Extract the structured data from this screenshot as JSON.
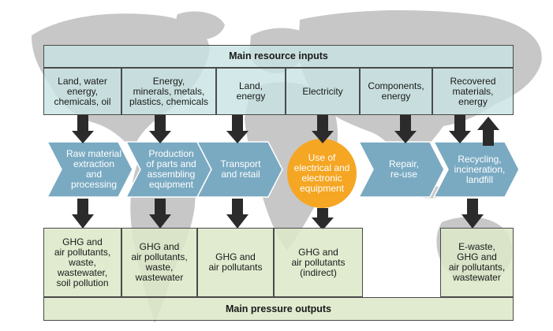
{
  "top_band": {
    "title": "Main resource inputs"
  },
  "bottom_band": {
    "title": "Main pressure outputs"
  },
  "inputs": [
    "Land, water\nenergy,\nchemicals, oil",
    "Energy,\nminerals, metals,\nplastics, chemicals",
    "Land,\nenergy",
    "Electricity",
    "Components,\nenergy",
    "Recovered\nmaterials,\nenergy"
  ],
  "stages": [
    "Raw material\nextraction\nand\nprocessing",
    "Production\nof parts and\nassembling\nequipment",
    "Transport\nand retail",
    "Use of\nelectrical and\nelectronic\nequipment",
    "Repair,\nre-use",
    "Recycling,\nincineration,\nlandfill"
  ],
  "outputs": [
    "GHG and\nair pollutants,\nwaste,\nwastewater,\nsoil pollution",
    "GHG and\nair pollutants,\nwaste,\nwastewater",
    "GHG and\nair pollutants",
    "GHG and\nair pollutants\n(indirect)",
    "E-waste,\nGHG and\nair pollutants,\nwastewater"
  ],
  "colors": {
    "chevron": "#7aaac2",
    "use_circle": "#f5a623",
    "arrow": "#2b2b2b",
    "map": "#c7c7c7",
    "input_fill": "#c8e4e4",
    "output_fill": "#dce8c8"
  }
}
